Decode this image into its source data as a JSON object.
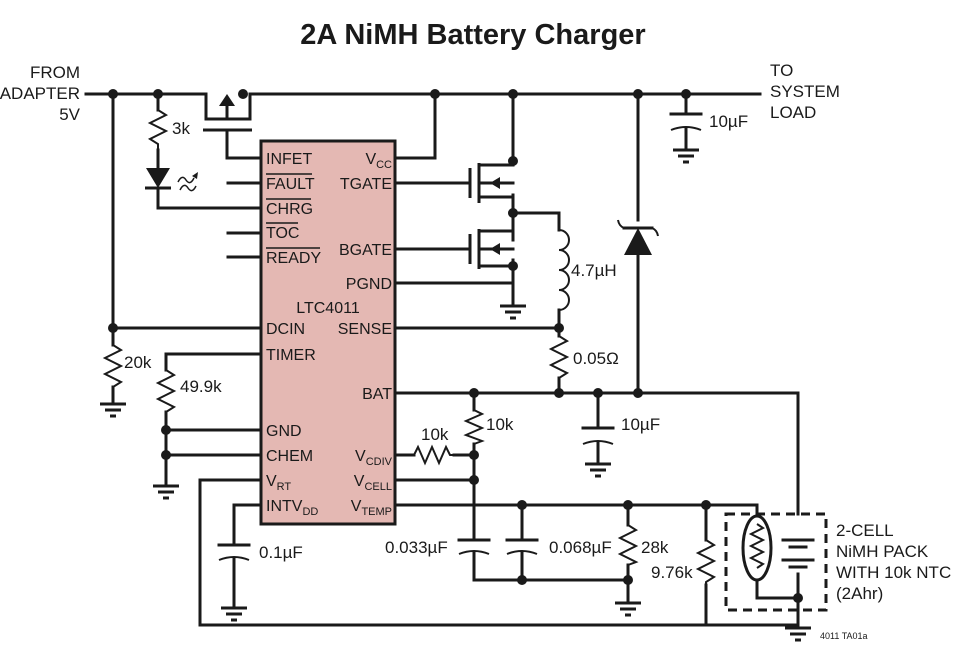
{
  "title": "2A NiMH Battery Charger",
  "labels": {
    "from_adapter": [
      "FROM",
      "ADAPTER",
      "5V"
    ],
    "to_system_load": [
      "TO",
      "SYSTEM",
      "LOAD"
    ],
    "figure_id": "4011 TA01a",
    "battery_pack": [
      "2-CELL",
      "NiMH PACK",
      "WITH 10k NTC",
      "(2Ahr)"
    ]
  },
  "ic": {
    "part": "LTC4011",
    "left_pins": [
      "INFET",
      "FAULT",
      "CHRG",
      "TOC",
      "READY",
      "DCIN",
      "TIMER",
      "GND",
      "CHEM",
      "V",
      "INTV"
    ],
    "left_pin_subscripts": {
      "V": "RT",
      "INTV": "DD"
    },
    "overbar_pins": [
      "FAULT",
      "CHRG",
      "TOC",
      "READY"
    ],
    "right_pins": [
      "V",
      "TGATE",
      "BGATE",
      "PGND",
      "SENSE",
      "BAT",
      "V",
      "V",
      "V"
    ],
    "right_pin_subscripts": [
      "CC",
      "",
      "",
      "",
      "",
      "",
      "CDIV",
      "CELL",
      "TEMP"
    ]
  },
  "components": {
    "r_led": "3k",
    "r_dcin": "20k",
    "r_timer": "49.9k",
    "r_cdiv_series": "10k",
    "r_cdiv_top": "10k",
    "r_sense": "0.05Ω",
    "inductor": "4.7µH",
    "c_out_top": "10µF",
    "c_bat": "10µF",
    "c_intvdd": "0.1µF",
    "c_cell": "0.033µF",
    "c_temp": "0.068µF",
    "r_temp_1": "28k",
    "r_temp_2": "9.76k"
  }
}
